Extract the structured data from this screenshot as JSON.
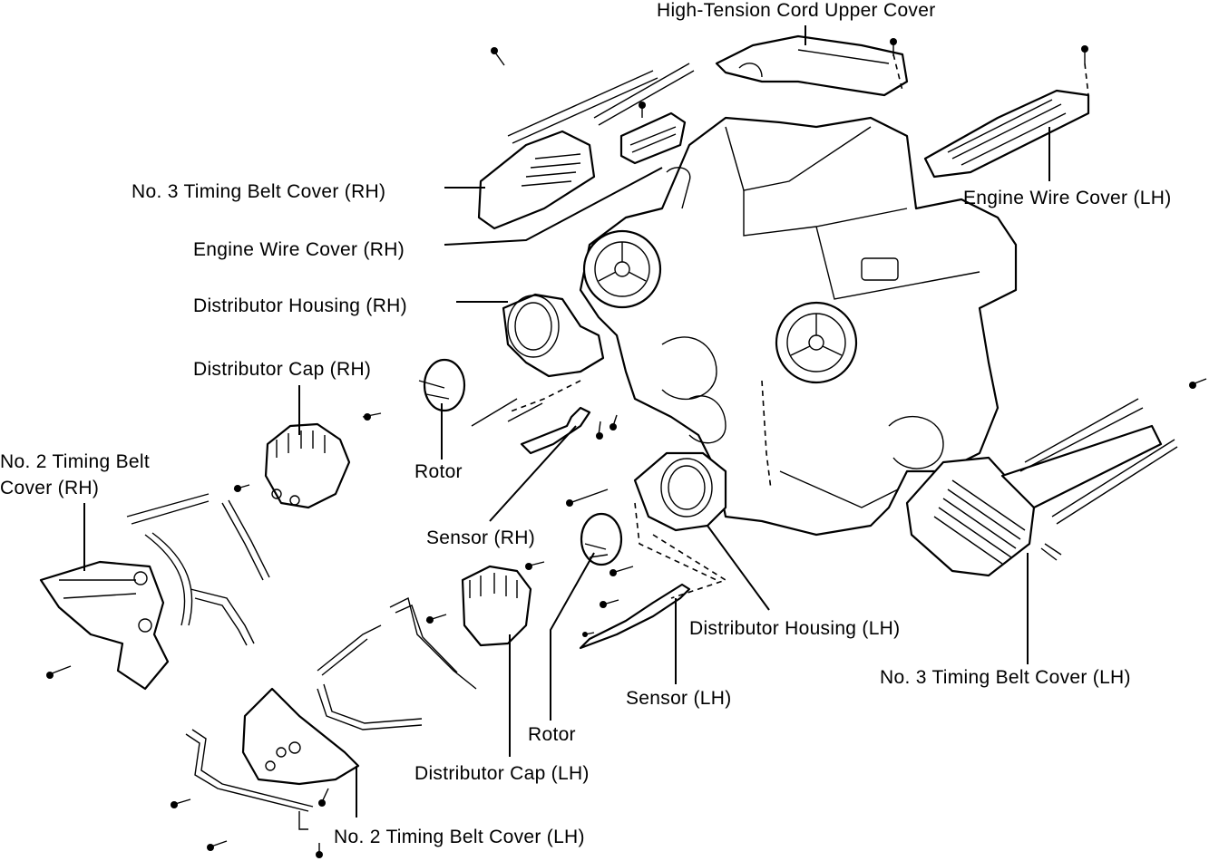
{
  "labels": {
    "high_tension_cord_upper_cover": "High-Tension Cord Upper Cover",
    "no3_timing_belt_cover_rh": "No. 3 Timing Belt Cover (RH)",
    "engine_wire_cover_lh": "Engine Wire Cover (LH)",
    "engine_wire_cover_rh": "Engine Wire Cover (RH)",
    "distributor_housing_rh": "Distributor Housing (RH)",
    "distributor_cap_rh": "Distributor Cap (RH)",
    "no2_timing_belt_cover_rh_line1": "No. 2 Timing Belt",
    "no2_timing_belt_cover_rh_line2": "Cover (RH)",
    "rotor_rh": "Rotor",
    "sensor_rh": "Sensor (RH)",
    "distributor_housing_lh": "Distributor Housing (LH)",
    "no3_timing_belt_cover_lh": "No. 3 Timing Belt Cover (LH)",
    "sensor_lh": "Sensor (LH)",
    "rotor_lh": "Rotor",
    "distributor_cap_lh": "Distributor Cap (LH)",
    "no2_timing_belt_cover_lh": "No. 2 Timing Belt Cover (LH)"
  }
}
